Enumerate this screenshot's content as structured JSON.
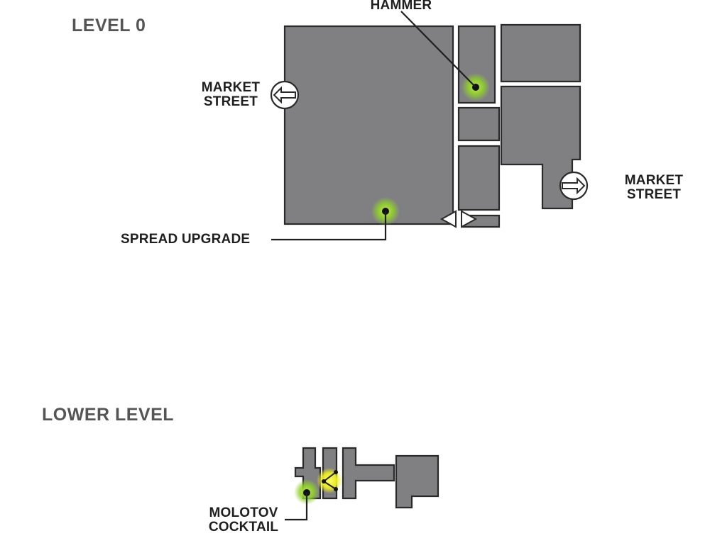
{
  "levels": {
    "level0": {
      "title": "LEVEL 0"
    },
    "lower": {
      "title": "LOWER LEVEL"
    }
  },
  "markers": {
    "hammer": {
      "label": "HAMMER",
      "type": "item"
    },
    "spread_upgrade": {
      "label": "SPREAD UPGRADE",
      "type": "item"
    },
    "molotov": {
      "line1": "MOLOTOV",
      "line2": "COCKTAIL",
      "type": "item"
    }
  },
  "exits": {
    "market_street_west": {
      "line1": "MARKET",
      "line2": "STREET",
      "icon": "arrow-left-icon"
    },
    "market_street_east": {
      "line1": "MARKET",
      "line2": "STREET",
      "icon": "arrow-right-icon"
    }
  },
  "colors": {
    "floor": "#808083",
    "outline": "#2a2a2a",
    "item_glow": "#8fd12a",
    "special_glow": "#f2f21e",
    "label_text": "#1f1f1f",
    "title_text": "#555555"
  }
}
